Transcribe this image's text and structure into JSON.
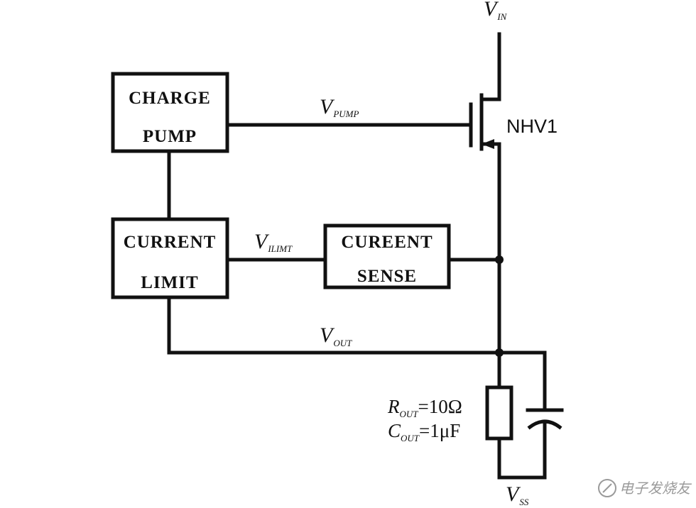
{
  "blocks": {
    "charge_pump": {
      "line1": "CHARGE",
      "line2": "PUMP"
    },
    "current_limit": {
      "line1": "CURRENT",
      "line2": "LIMIT"
    },
    "current_sense": {
      "line1": "CUREENT",
      "line2": "SENSE"
    }
  },
  "signals": {
    "vin": {
      "main": "V",
      "sub": "IN"
    },
    "vpump": {
      "main": "V",
      "sub": "PUMP"
    },
    "vilimit": {
      "main": "V",
      "sub": "ILIMT"
    },
    "vout": {
      "main": "V",
      "sub": "OUT"
    },
    "vss": {
      "main": "V",
      "sub": "SS"
    }
  },
  "transistor": {
    "name": "NHV1"
  },
  "load": {
    "r_main": "R",
    "r_sub": "OUT",
    "r_value": "=10Ω",
    "c_main": "C",
    "c_sub": "OUT",
    "c_value": "=1μF"
  },
  "watermark": "电子发烧友"
}
